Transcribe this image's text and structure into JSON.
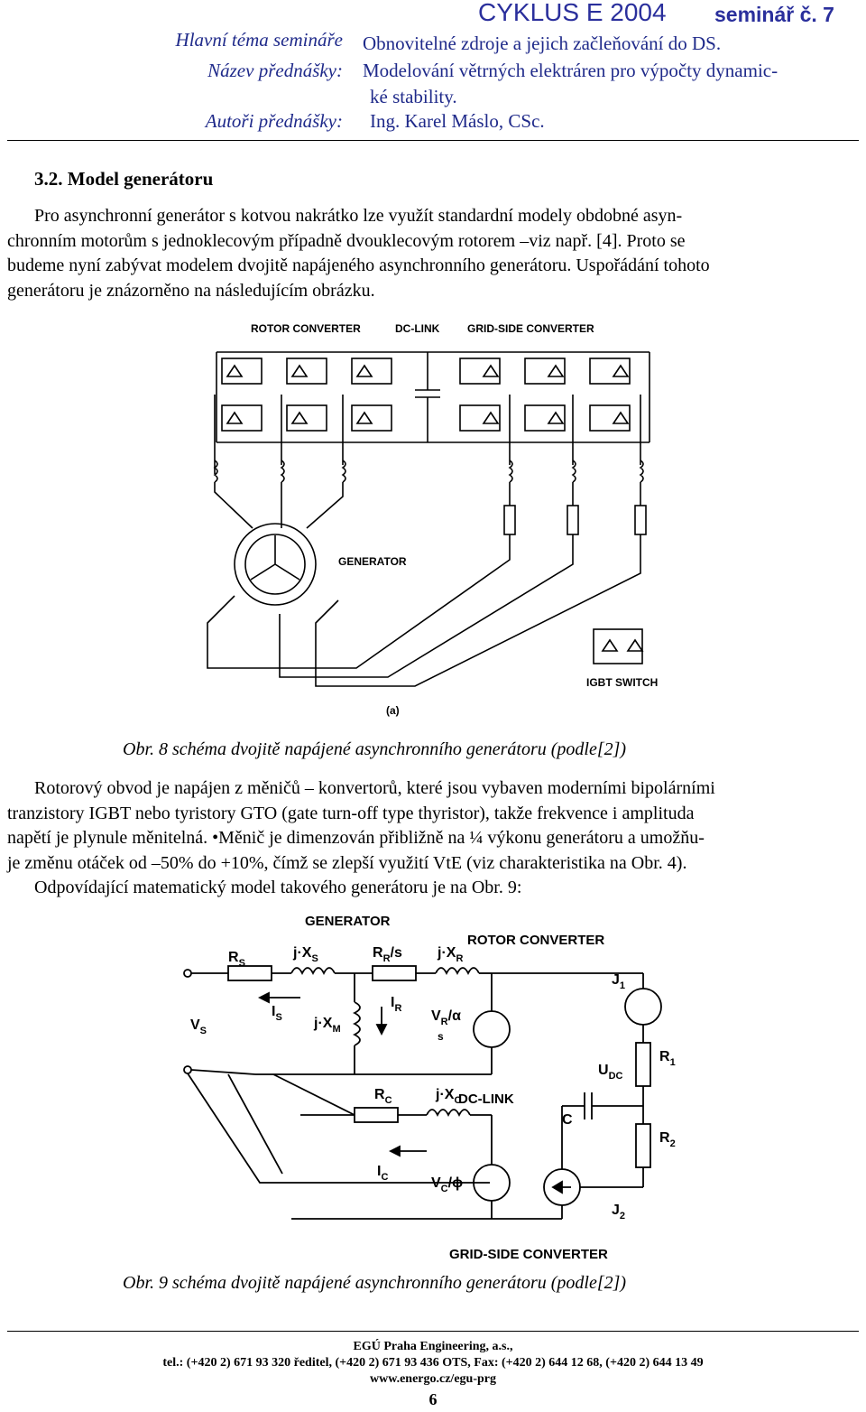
{
  "header": {
    "cyklus": "CYKLUS E 2004",
    "seminar": "seminář č. 7",
    "rows": [
      {
        "label": "Hlavní téma semináře",
        "value": "Obnovitelné zdroje a jejich začleňování do  DS."
      },
      {
        "label": "Název přednášky:",
        "value": "Modelování větrných elektráren pro výpočty dynamic-"
      },
      {
        "label": "",
        "value": "ké stability."
      },
      {
        "label": "Autoři přednášky:",
        "value": "Ing. Karel Máslo, CSc."
      }
    ]
  },
  "section": {
    "heading": "3.2. Model generátoru",
    "intro_lines": [
      "Pro asynchronní generátor s kotvou nakrátko lze využít standardní modely obdobné asyn-",
      "chronním motorům s jednoklecovým případně dvouklecovým rotorem –viz např. [4]. Proto se",
      "budeme nyní zabývat modelem dvojitě napájeného asynchronního generátoru. Uspořádání tohoto",
      "generátoru je znázorněno na následujícím obrázku."
    ],
    "body_lines": [
      "Rotorový obvod je napájen z měničů – konvertorů, které jsou vybaven moderními bipolárními",
      "tranzistory IGBT nebo tyristory GTO (gate turn-off type thyristor), takže frekvence i amplituda",
      "napětí je plynule měnitelná. •Měnič je dimenzován přibližně na ¼ výkonu generátoru a umožňu-",
      "je změnu otáček od  –50% do +10%, čímž se zlepší využití  VtE (viz charakteristika na Obr.  4).",
      "Odpovídající matematický model takového generátoru je na Obr.  9:"
    ]
  },
  "figure1": {
    "labels": {
      "rotor_converter": "ROTOR CONVERTER",
      "dc_link": "DC-LINK",
      "grid_side_converter": "GRID-SIDE CONVERTER",
      "generator": "GENERATOR",
      "igbt_switch": "IGBT SWITCH",
      "tag": "(a)"
    },
    "caption": "Obr.  8 schéma dvojitě napájené asynchronního generátoru (podle[2])"
  },
  "figure2": {
    "labels": {
      "generator": "GENERATOR",
      "rotor_converter": "ROTOR CONVERTER",
      "dc_link": "DC-LINK",
      "grid_side_converter": "GRID-SIDE CONVERTER",
      "rs": "R",
      "rs_sub": "S",
      "jxs": "j·X",
      "jxs_sub": "S",
      "rr": "R",
      "rr_sub": "R",
      "rr_suffix": "/s",
      "jxr": "j·X",
      "jxr_sub": "R",
      "is": "I",
      "is_sub": "S",
      "jxm": "j·X",
      "jxm_sub": "M",
      "ir": "I",
      "ir_sub": "R",
      "vr": "V",
      "vr_sub": "R",
      "vr_ang": "/α",
      "vr_den": "s",
      "vs": "V",
      "vs_sub": "S",
      "j1": "J",
      "j1_sub": "1",
      "r1": "R",
      "r1_sub": "1",
      "udc": "U",
      "udc_sub": "DC",
      "c": "C",
      "r2": "R",
      "r2_sub": "2",
      "rc": "R",
      "rc_sub": "C",
      "jxc": "j·X",
      "jxc_sub": "C",
      "ic": "I",
      "ic_sub": "C",
      "vc": "V",
      "vc_sub": "C",
      "vc_ang": "/ϕ",
      "j2": "J",
      "j2_sub": "2"
    },
    "caption": "Obr.  9 schéma dvojitě napájené asynchronního generátoru (podle[2])"
  },
  "footer": {
    "company": "EGÚ Praha Engineering, a.s.,",
    "contacts": "tel.: (+420 2) 671 93 320 ředitel, (+420 2) 671 93 436 OTS, Fax: (+420 2) 644 12 68, (+420 2) 644 13 49",
    "web": "www.energo.cz/egu-prg",
    "page_number": "6"
  }
}
